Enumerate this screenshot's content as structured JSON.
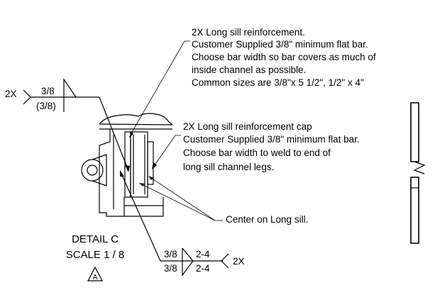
{
  "note_reinforcement": {
    "line1": "2X Long sill reinforcement.",
    "line2": "Customer Supplied 3/8\" minimum flat bar.",
    "line3": "Choose bar width so bar covers as much of",
    "line4": "inside channel as possible.",
    "line5": "Common sizes are 3/8\"x 5 1/2\", 1/2\" x 4\""
  },
  "note_cap": {
    "line1": "2X Long sill reinforcement cap",
    "line2": "Customer Supplied 3/8\" minimum flat bar.",
    "line3": "Choose bar width to weld to end of",
    "line4": "long sill channel legs."
  },
  "note_center": "Center on Long sill.",
  "weld_left": {
    "multiplier": "2X",
    "size": "3/8",
    "size_other": "(3/8)"
  },
  "weld_bottom": {
    "size_top": "3/8",
    "size_bottom": "3/8",
    "pitch_top": "2-4",
    "pitch_bottom": "2-4",
    "multiplier": "2X"
  },
  "detail": {
    "title": "DETAIL  C",
    "scale": "SCALE 1 / 8",
    "revision": "A"
  }
}
